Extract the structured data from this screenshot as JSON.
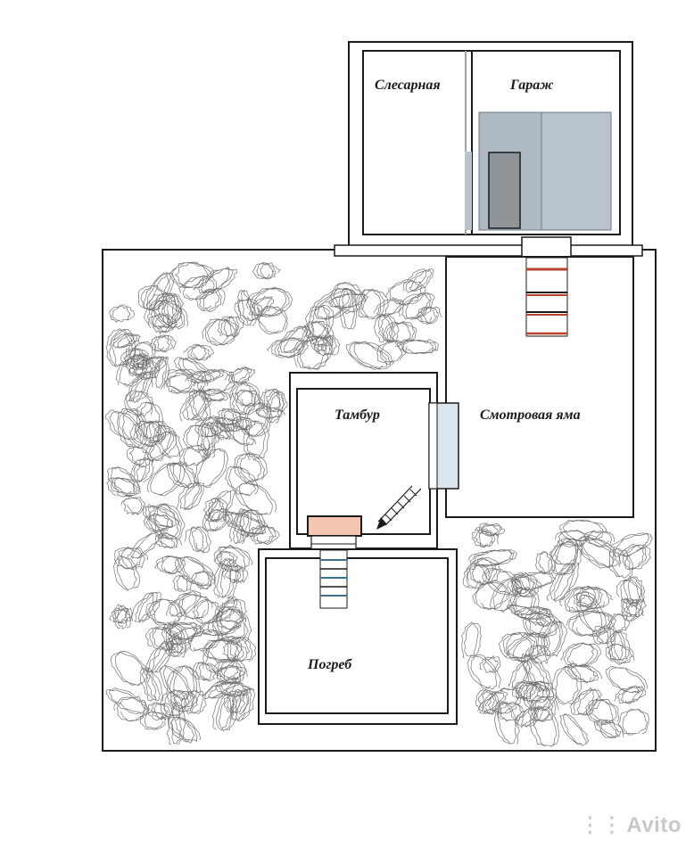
{
  "rooms": {
    "workshop": "Слесарная",
    "garage": "Гараж",
    "vestibule": "Тамбур",
    "pit": "Смотровая яма",
    "cellar": "Погреб"
  },
  "watermark": "Avito",
  "colors": {
    "line": "#1a1a1a",
    "scribble": "#5a5a5a",
    "gate": "#b8c3cd",
    "gate_panel": "#aeb9c3",
    "door": "#8e9498",
    "stair_red": "#b8422c",
    "stair_blue": "#3d6f8f",
    "hatch": "#f4c6b0",
    "panel": "#dbe6ef"
  },
  "icons": [
    "stair-icon",
    "arrow-icon",
    "ground-hatch-icon"
  ]
}
